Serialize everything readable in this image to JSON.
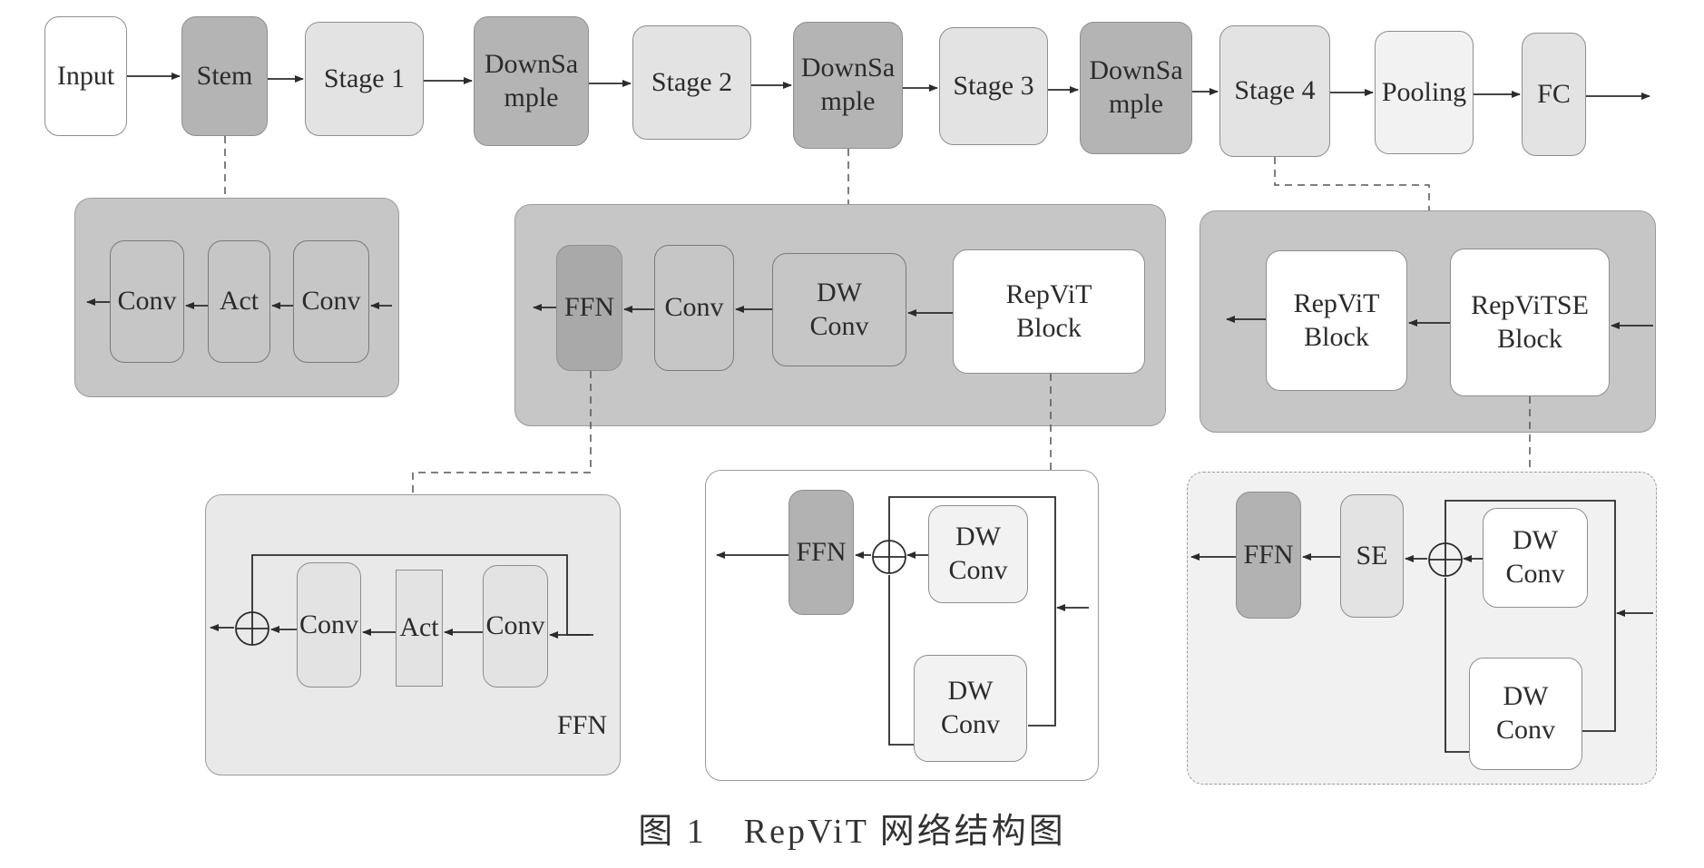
{
  "pipeline": {
    "input": "Input",
    "stem": "Stem",
    "stage1": "Stage 1",
    "downsample1": "DownSa\nmple",
    "stage2": "Stage 2",
    "downsample2": "DownSa\nmple",
    "stage3": "Stage 3",
    "downsample3": "DownSa\nmple",
    "stage4": "Stage 4",
    "pooling": "Pooling",
    "fc": "FC"
  },
  "stem_detail": {
    "conv_out": "Conv",
    "act": "Act",
    "conv_in": "Conv"
  },
  "downsample_detail": {
    "ffn": "FFN",
    "conv": "Conv",
    "dwconv": "DW\nConv",
    "repvit_block": "RepViT\nBlock"
  },
  "stage4_detail": {
    "repvit_block": "RepViT\nBlock",
    "repvitse_block": "RepViTSE\nBlock"
  },
  "ffn_detail": {
    "conv_out": "Conv",
    "act": "Act",
    "conv_in": "Conv",
    "label": "FFN"
  },
  "repvit_block_detail": {
    "ffn": "FFN",
    "dwconv_top": "DW\nConv",
    "dwconv_bottom": "DW\nConv"
  },
  "repvitse_block_detail": {
    "ffn": "FFN",
    "se": "SE",
    "dwconv_top": "DW\nConv",
    "dwconv_bottom": "DW\nConv"
  },
  "caption": "图 1　RepViT 网络结构图"
}
